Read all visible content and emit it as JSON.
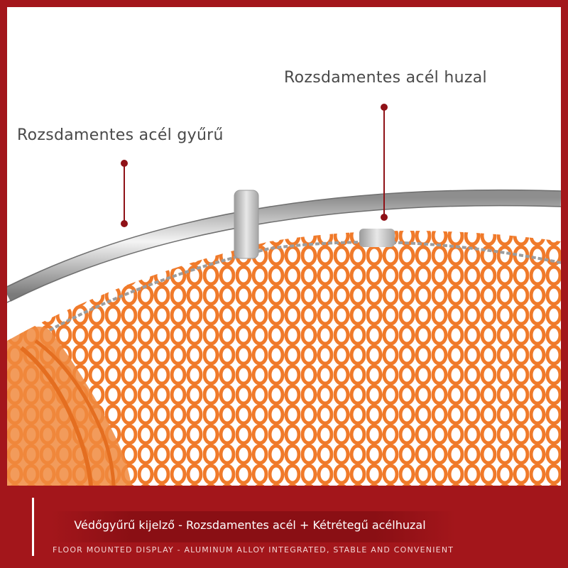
{
  "callouts": {
    "wire": "Rozsdamentes acél huzal",
    "ring": "Rozsdamentes acél gyűrű"
  },
  "footer": {
    "headline": "Védőgyűrű kijelző - Rozsdamentes acél + Kétrétegű acélhuzal",
    "subline": "FLOOR MOUNTED DISPLAY - ALUMINUM ALLOY INTEGRATED, STABLE AND CONVENIENT"
  },
  "colors": {
    "brand_red": "#a3161b",
    "net_orange": "#f07a2a",
    "steel": "#b8b8b8",
    "text_gray": "#4a4a4a"
  }
}
